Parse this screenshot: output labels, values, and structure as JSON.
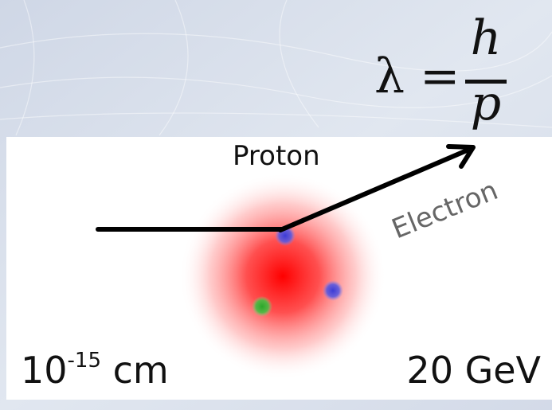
{
  "formula": {
    "lhs": "λ =",
    "numerator": "h",
    "denominator": "p"
  },
  "diagram": {
    "proton_label": "Proton",
    "electron_label": "Electron",
    "proton_color": "#ff0000",
    "quark_colors": [
      "#4b4bdc",
      "#4b4bdc",
      "#3cb43c"
    ]
  },
  "captions": {
    "length_base": "10",
    "length_exponent": "-15",
    "length_unit": " cm",
    "energy": "20 GeV"
  }
}
